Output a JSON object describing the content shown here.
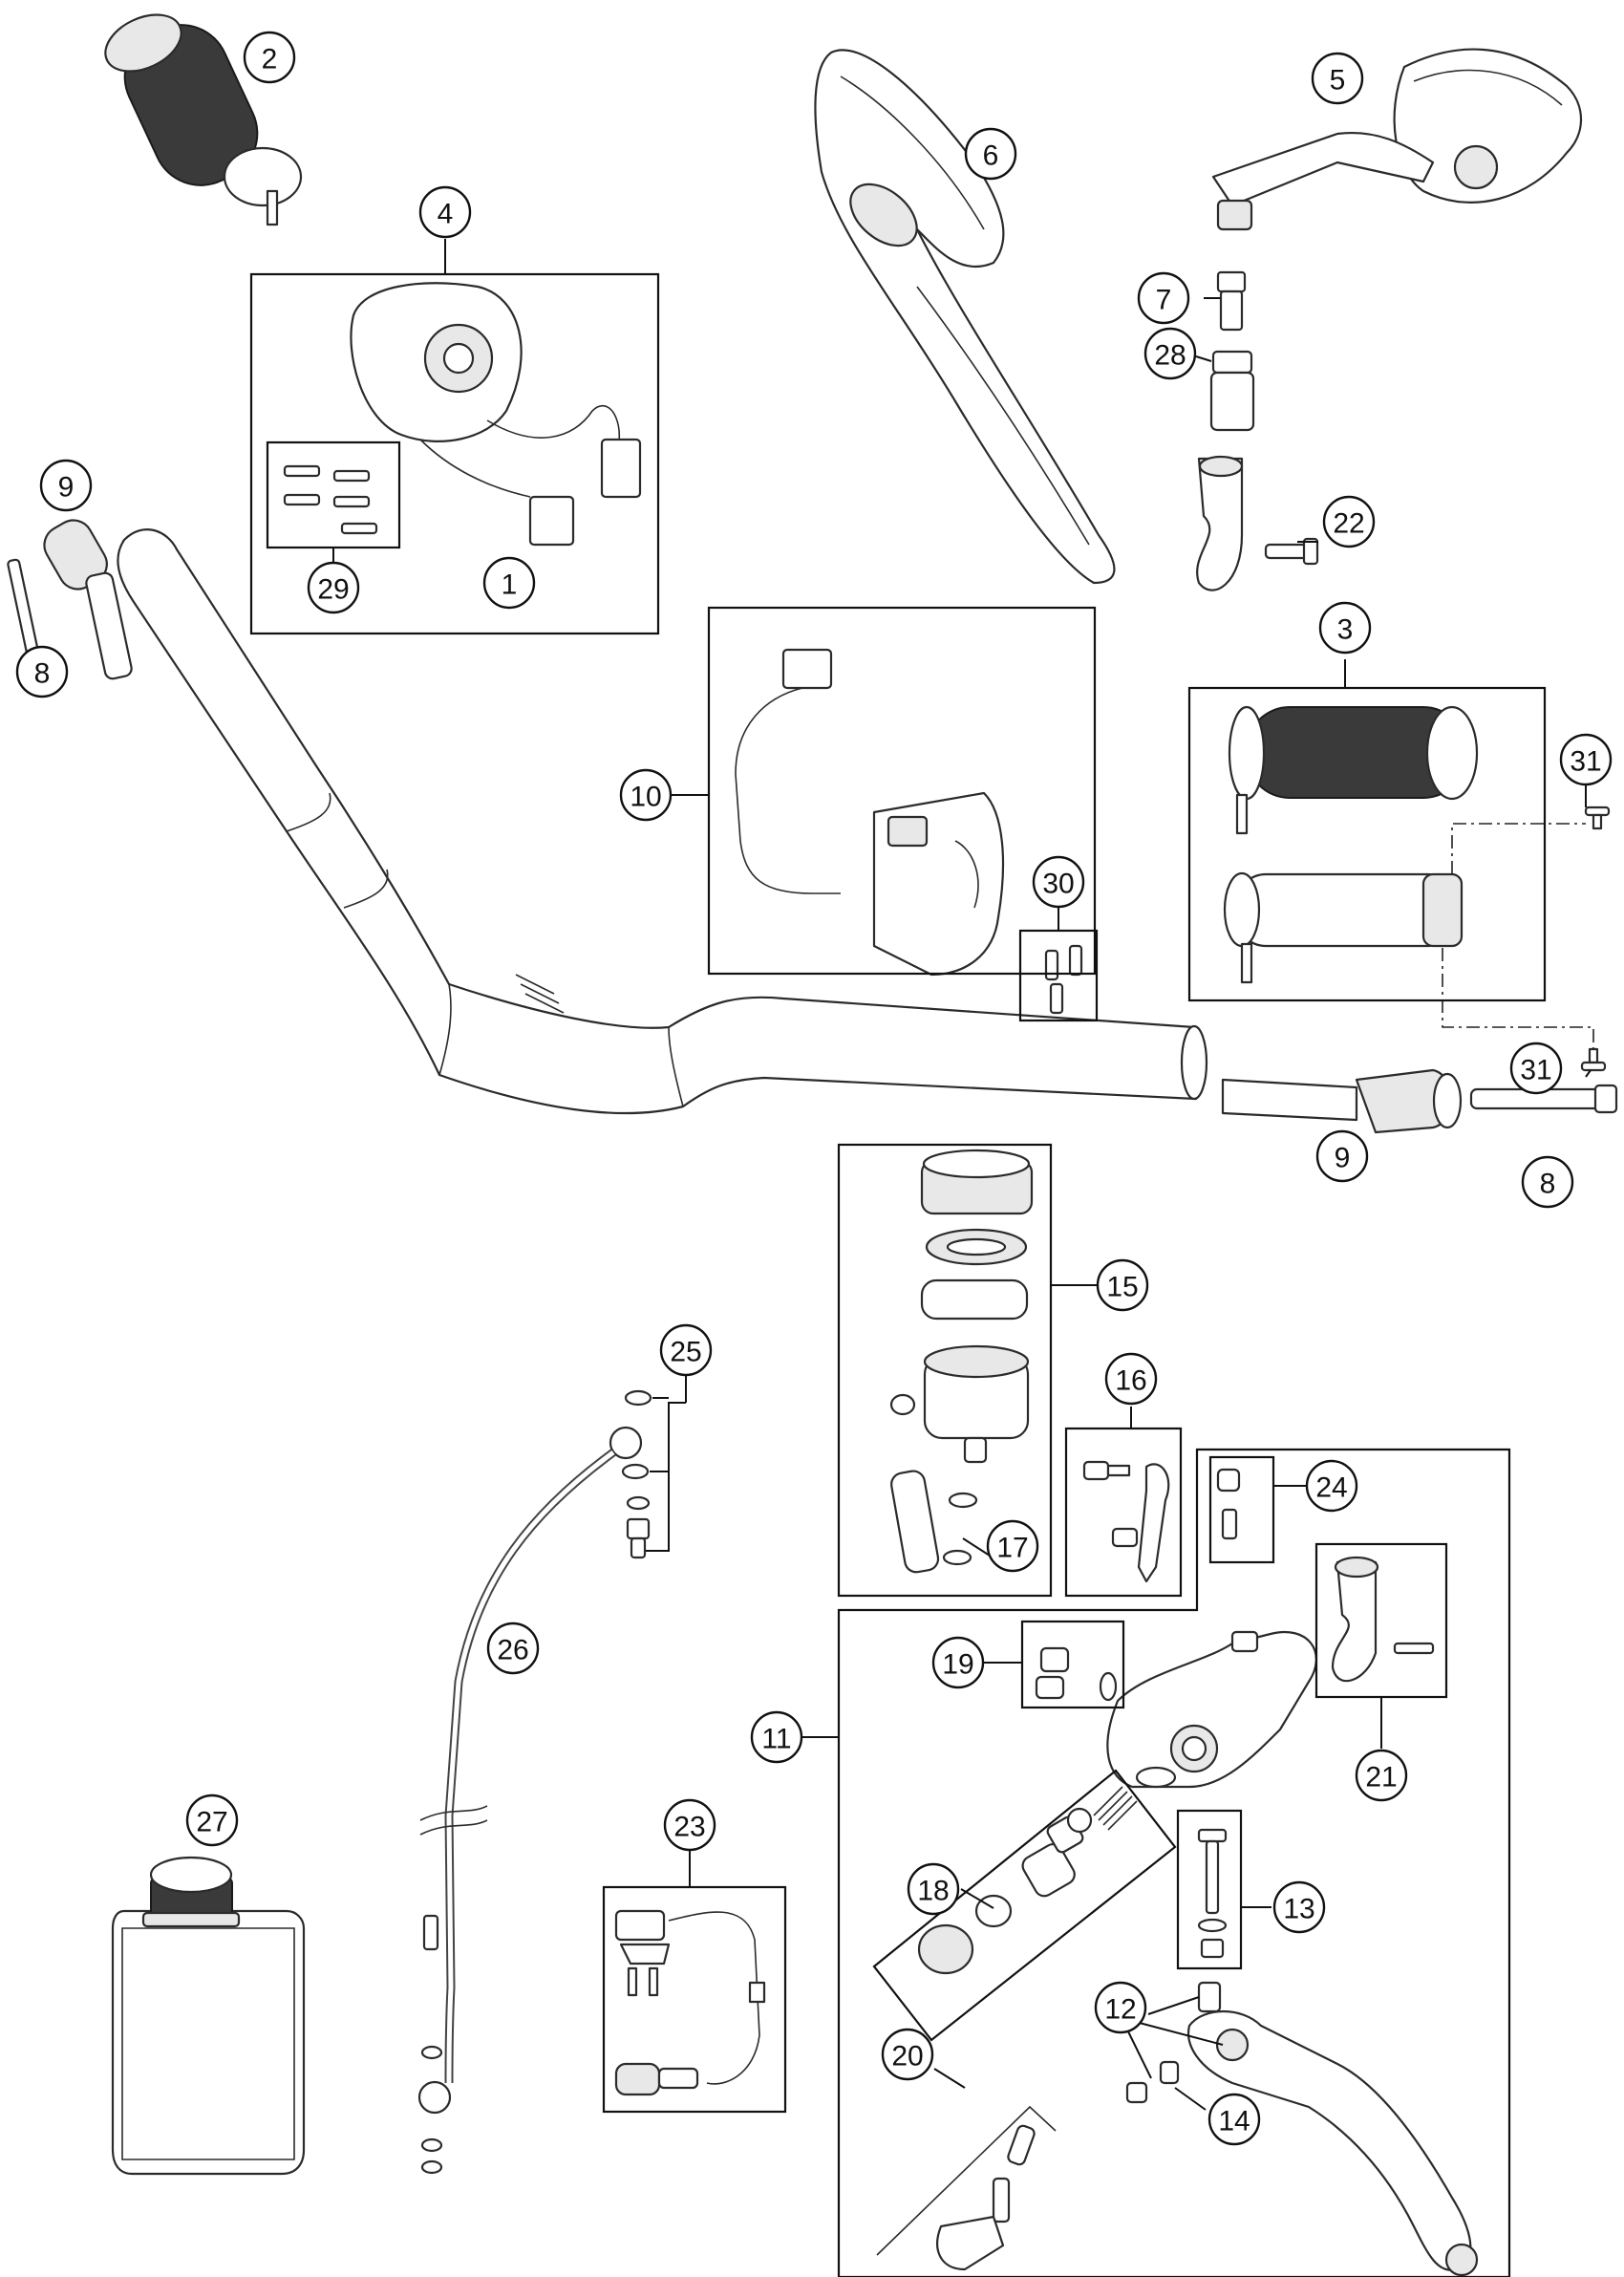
{
  "callouts": [
    {
      "id": "c1",
      "label": "1"
    },
    {
      "id": "c2",
      "label": "2"
    },
    {
      "id": "c3",
      "label": "3"
    },
    {
      "id": "c4",
      "label": "4"
    },
    {
      "id": "c5",
      "label": "5"
    },
    {
      "id": "c6",
      "label": "6"
    },
    {
      "id": "c7",
      "label": "7"
    },
    {
      "id": "c8a",
      "label": "8"
    },
    {
      "id": "c8b",
      "label": "8"
    },
    {
      "id": "c9a",
      "label": "9"
    },
    {
      "id": "c9b",
      "label": "9"
    },
    {
      "id": "c10",
      "label": "10"
    },
    {
      "id": "c11",
      "label": "11"
    },
    {
      "id": "c12",
      "label": "12"
    },
    {
      "id": "c13",
      "label": "13"
    },
    {
      "id": "c14",
      "label": "14"
    },
    {
      "id": "c15",
      "label": "15"
    },
    {
      "id": "c16",
      "label": "16"
    },
    {
      "id": "c17",
      "label": "17"
    },
    {
      "id": "c18",
      "label": "18"
    },
    {
      "id": "c19",
      "label": "19"
    },
    {
      "id": "c20",
      "label": "20"
    },
    {
      "id": "c21",
      "label": "21"
    },
    {
      "id": "c22",
      "label": "22"
    },
    {
      "id": "c23",
      "label": "23"
    },
    {
      "id": "c24",
      "label": "24"
    },
    {
      "id": "c25",
      "label": "25"
    },
    {
      "id": "c26",
      "label": "26"
    },
    {
      "id": "c27",
      "label": "27"
    },
    {
      "id": "c28",
      "label": "28"
    },
    {
      "id": "c29",
      "label": "29"
    },
    {
      "id": "c30",
      "label": "30"
    },
    {
      "id": "c31a",
      "label": "31"
    },
    {
      "id": "c31b",
      "label": "31"
    }
  ]
}
